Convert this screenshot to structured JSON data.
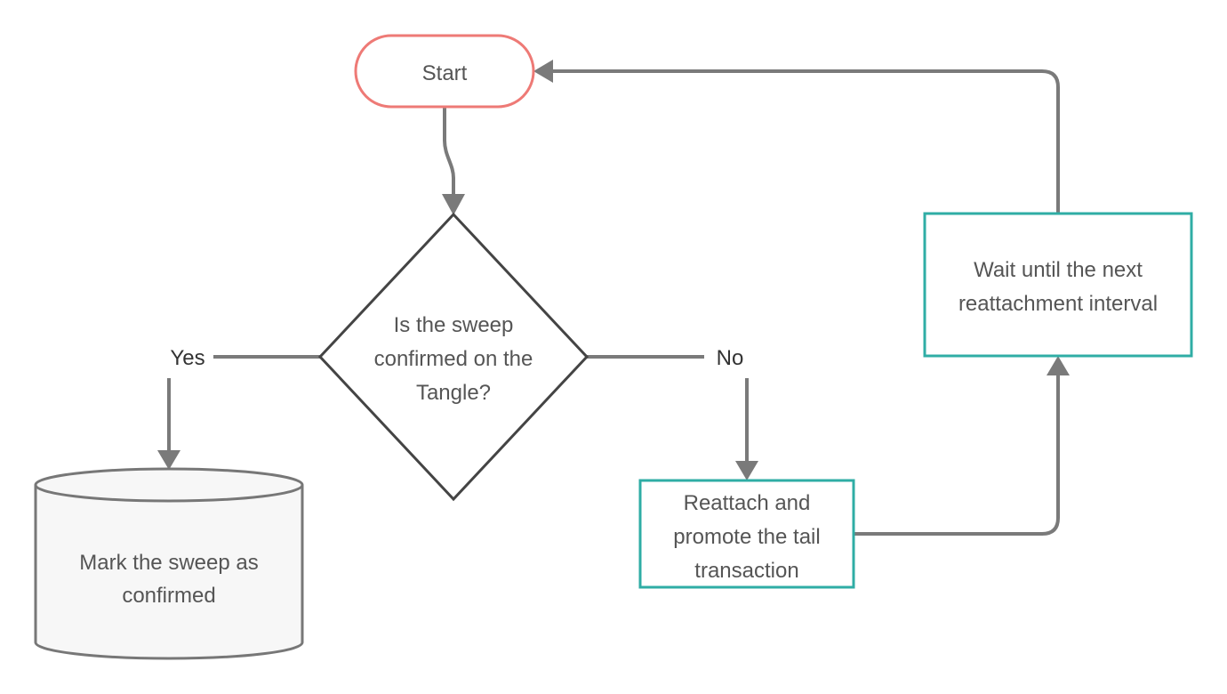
{
  "nodes": {
    "start": {
      "label": "Start"
    },
    "decision": {
      "lines": [
        "Is the sweep",
        "confirmed on the",
        "Tangle?"
      ]
    },
    "confirmed": {
      "lines": [
        "Mark the sweep as",
        "confirmed"
      ]
    },
    "reattach": {
      "lines": [
        "Reattach and",
        "promote the tail",
        "transaction"
      ]
    },
    "wait": {
      "lines": [
        "Wait until the next",
        "reattachment interval"
      ]
    }
  },
  "edges": {
    "yes_label": "Yes",
    "no_label": "No"
  },
  "colors": {
    "start_border": "#ee7a76",
    "process_border": "#2fada5",
    "decision_border": "#444444",
    "store_border": "#777777",
    "store_fill": "#f7f7f7",
    "connector": "#7a7a7a"
  }
}
